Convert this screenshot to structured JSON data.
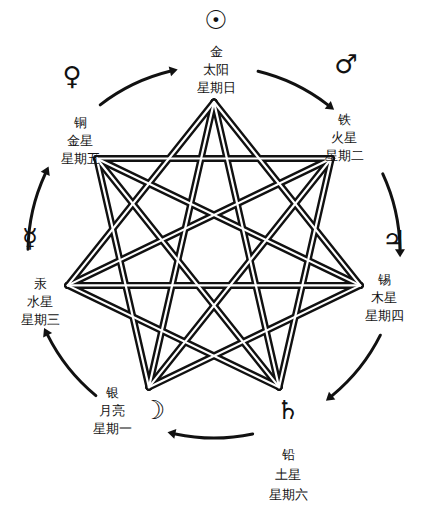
{
  "diagram": {
    "labels": [
      "☉",
      "金",
      "太阳",
      "星期日",
      "♀",
      "铜",
      "金星",
      "星期五",
      "♂",
      "铁",
      "火星",
      "星期二",
      "☿",
      "汞",
      "水星",
      "星期三",
      "♃",
      "锡",
      "木星",
      "星期四",
      "银",
      "月亮",
      "星期一",
      "☽",
      "♄",
      "铅",
      "土星",
      "星期六"
    ]
  }
}
